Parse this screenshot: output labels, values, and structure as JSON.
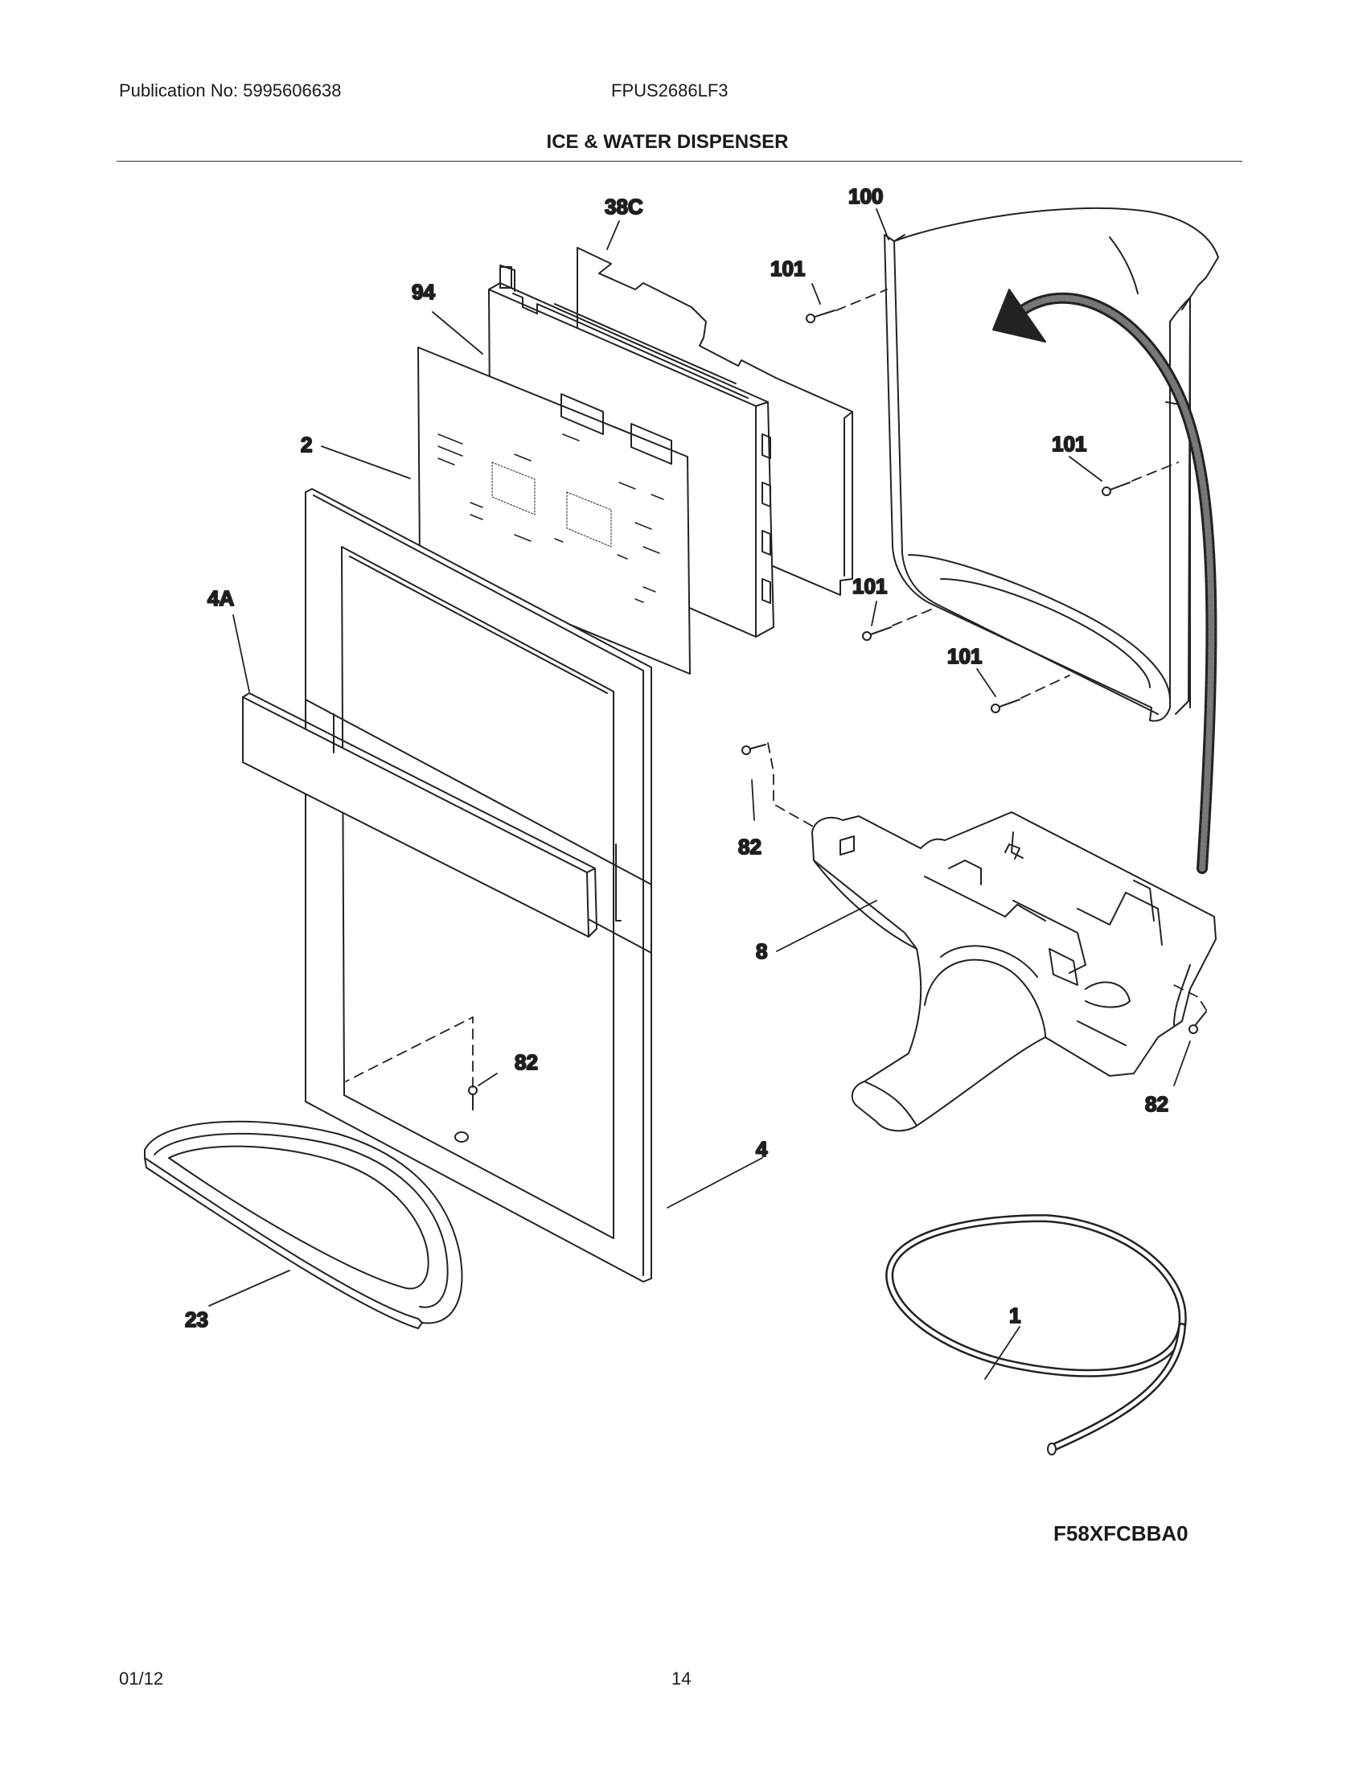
{
  "header": {
    "publication": "Publication No: 5995606638",
    "model": "FPUS2686LF3",
    "title": "ICE & WATER DISPENSER"
  },
  "callouts": {
    "c38C": "38C",
    "c100": "100",
    "c101a": "101",
    "c94": "94",
    "c2": "2",
    "c101b": "101",
    "c4A": "4A",
    "c101c": "101",
    "c101d": "101",
    "c82a": "82",
    "c8": "8",
    "c82b": "82",
    "c4": "4",
    "c82c": "82",
    "c23": "23",
    "c1": "1"
  },
  "footer": {
    "figure_code": "F58XFCBBA0",
    "date": "01/12",
    "page": "14"
  }
}
